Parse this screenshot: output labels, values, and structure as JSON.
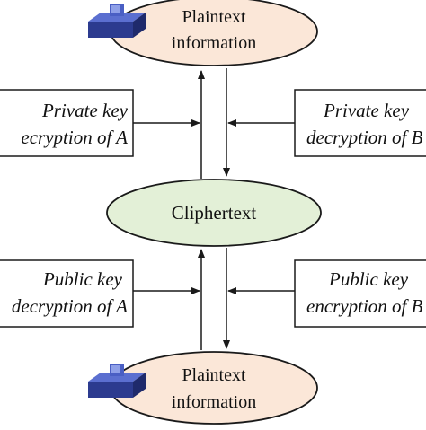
{
  "nodes": {
    "top_plaintext": {
      "line1": "Plaintext",
      "line2": "information"
    },
    "ciphertext": {
      "label": "Cliphertext"
    },
    "bottom_plaintext": {
      "line1": "Plaintext",
      "line2": "information"
    }
  },
  "boxes": {
    "private_left": {
      "line1": "Private key",
      "line2": "ecryption of A"
    },
    "private_right": {
      "line1": "Private key",
      "line2": "decryption of B"
    },
    "public_left": {
      "line1": "Public key",
      "line2": "decryption of A"
    },
    "public_right": {
      "line1": "Public key",
      "line2": "encryption of B"
    }
  },
  "icons": [
    "computer-icon",
    "computer-icon"
  ],
  "colors": {
    "plaintext_fill": "#fbe7d8",
    "ciphertext_fill": "#e3f0d7",
    "stroke": "#1a1a1a",
    "icon_blue": "#3a4fae"
  }
}
